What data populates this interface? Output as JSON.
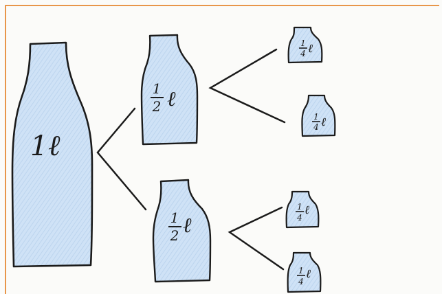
{
  "diagram": {
    "bottles": {
      "whole": {
        "num": "1",
        "unit": "ℓ"
      },
      "half_top": {
        "num": "1",
        "den": "2",
        "unit": "ℓ"
      },
      "half_bottom": {
        "num": "1",
        "den": "2",
        "unit": "ℓ"
      },
      "quarter_1": {
        "num": "1",
        "den": "4",
        "unit": "ℓ"
      },
      "quarter_2": {
        "num": "1",
        "den": "4",
        "unit": "ℓ"
      },
      "quarter_3": {
        "num": "1",
        "den": "4",
        "unit": "ℓ"
      },
      "quarter_4": {
        "num": "1",
        "den": "4",
        "unit": "ℓ"
      }
    },
    "colors": {
      "bottle_fill": "#c9def4",
      "ink": "#1b1b1b",
      "frame": "#e8964a"
    }
  }
}
